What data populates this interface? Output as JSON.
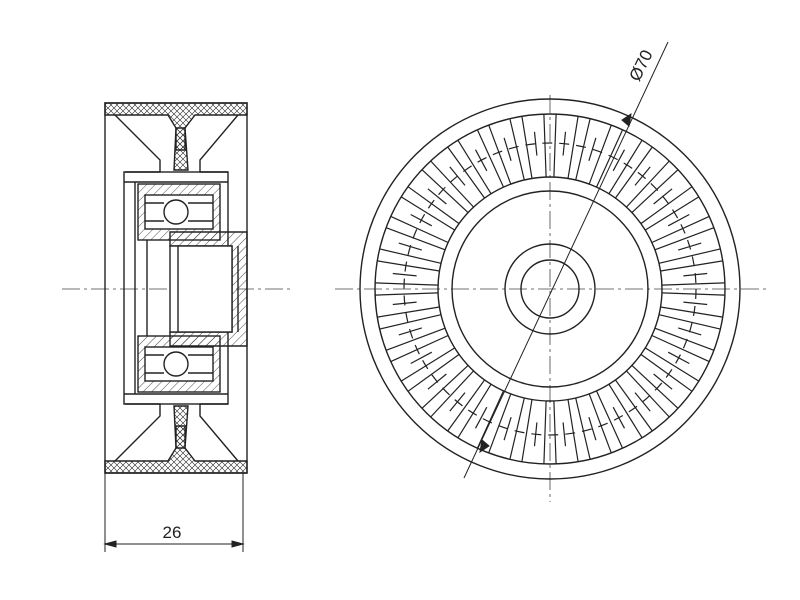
{
  "dimensions": {
    "width_label": "26",
    "diameter_label": "Ø70"
  },
  "colors": {
    "line": "#222222",
    "centerline": "#444444",
    "background": "#ffffff"
  },
  "views": {
    "section_view": "cross-section",
    "front_view": "front"
  }
}
